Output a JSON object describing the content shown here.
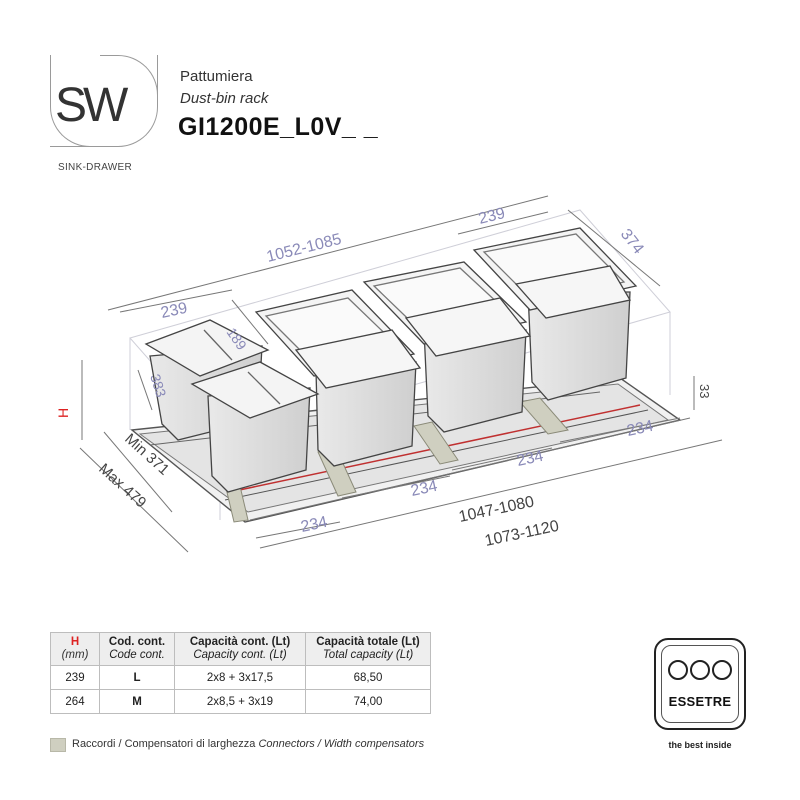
{
  "logo": {
    "mark": "SW",
    "subtitle": "SINK-DRAWER"
  },
  "product": {
    "category_it": "Pattumiera",
    "category_en": "Dust-bin rack",
    "code": "GI1200E_L0V_ _"
  },
  "dimensions": {
    "overall_length": "1052-1085",
    "bin_depth_top": "239",
    "bin_width_top": "374",
    "small_bin_depth": "239",
    "small_bin_width": "189",
    "small_bin_side": "383",
    "height_label": "H",
    "frame_height": "33",
    "min_width": "Min 371",
    "max_width": "Max 479",
    "module_1": "234",
    "module_2": "234",
    "module_3": "234",
    "module_4": "234",
    "frame_inner": "1047-1080",
    "frame_outer": "1073-1120"
  },
  "table": {
    "headers": [
      {
        "it": "H",
        "en": "(mm)"
      },
      {
        "it": "Cod. cont.",
        "en": "Code cont."
      },
      {
        "it": "Capacità cont. (Lt)",
        "en": "Capacity cont. (Lt)"
      },
      {
        "it": "Capacità totale (Lt)",
        "en": "Total capacity (Lt)"
      }
    ],
    "rows": [
      [
        "239",
        "L",
        "2x8 + 3x17,5",
        "68,50"
      ],
      [
        "264",
        "M",
        "2x8,5 + 3x19",
        "74,00"
      ]
    ]
  },
  "legend": {
    "it": "Raccordi / Compensatori di larghezza",
    "en": "Connectors / Width compensators"
  },
  "brand": {
    "name": "ESSETRE",
    "tagline": "the best inside"
  }
}
